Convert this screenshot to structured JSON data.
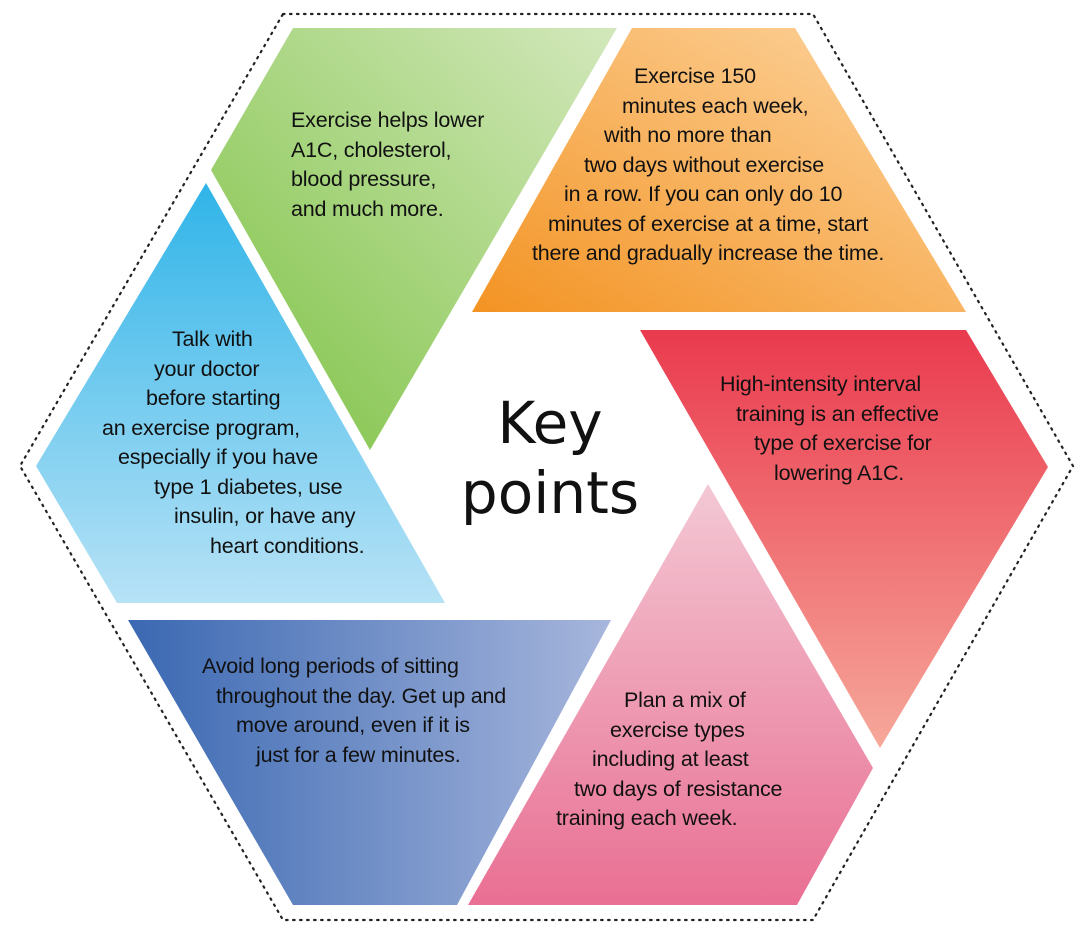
{
  "title": {
    "line1": "Key",
    "line2": "points"
  },
  "segments": [
    {
      "id": "green",
      "color_start": "#7dc243",
      "color_end": "#d3e8bc",
      "lines": [
        "Exercise helps lower",
        "A1C, cholesterol,",
        "blood pressure,",
        "and much more."
      ]
    },
    {
      "id": "orange",
      "color_start": "#f39323",
      "color_end": "#fdd6a2",
      "lines": [
        "Exercise 150",
        "minutes each week,",
        "with no more than",
        "two days without exercise",
        "in a row. If you can only do 10",
        "minutes of exercise at a time, start",
        "there and gradually increase the time."
      ]
    },
    {
      "id": "red",
      "color_start": "#ea3a4e",
      "color_end": "#f6a89a",
      "lines": [
        "High-intensity interval",
        "training is an effective",
        "type of exercise for",
        "lowering A1C."
      ]
    },
    {
      "id": "pink",
      "color_start": "#e96f93",
      "color_end": "#f3c8d4",
      "lines": [
        "Plan a mix of",
        "exercise types",
        "including at least",
        "two days of resistance",
        "training each week."
      ]
    },
    {
      "id": "blue",
      "color_start": "#3a68b2",
      "color_end": "#a7b6dc",
      "lines": [
        "Avoid long periods of sitting",
        "throughout the day. Get up and",
        "move around, even if it is",
        "just for a few minutes."
      ]
    },
    {
      "id": "cyan",
      "color_start": "#2fb4e8",
      "color_end": "#b7e2f6",
      "lines": [
        "Talk with",
        "your doctor",
        "before starting",
        "an exercise program,",
        "especially if you have",
        "type 1 diabetes, use",
        "insulin, or have any",
        "heart conditions."
      ]
    }
  ]
}
